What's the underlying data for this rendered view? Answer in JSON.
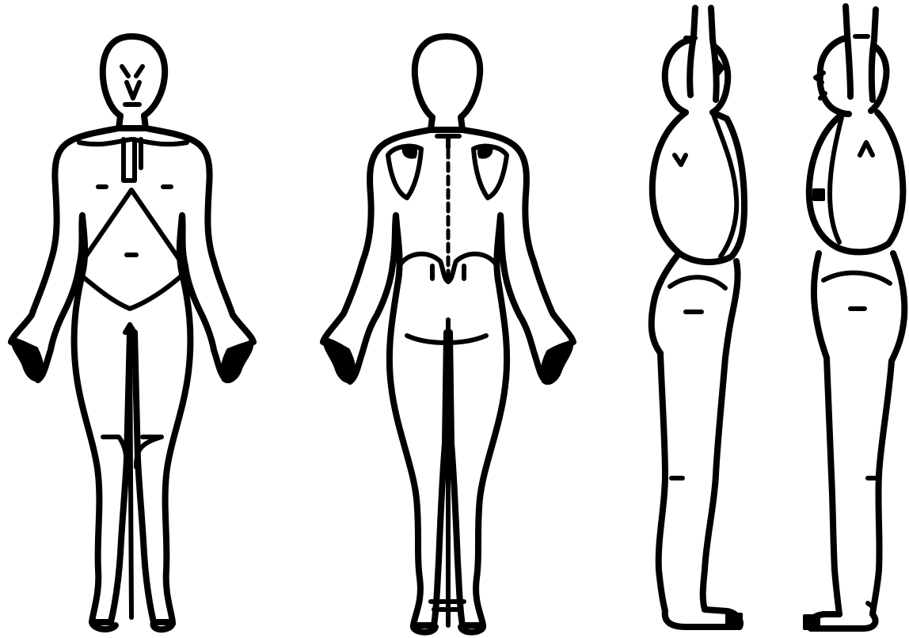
{
  "diagram": {
    "type": "body-outline-chart",
    "background_color": "#ffffff",
    "line_color": "#000000",
    "figures": [
      {
        "id": "anterior",
        "view": "front"
      },
      {
        "id": "posterior",
        "view": "back"
      },
      {
        "id": "lateral-right",
        "view": "side"
      },
      {
        "id": "lateral-left",
        "view": "side"
      }
    ]
  }
}
